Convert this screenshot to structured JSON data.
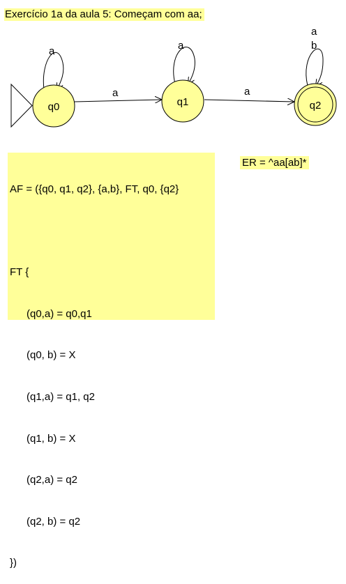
{
  "title": "Exercício 1a da aula 5: Começam com aa;",
  "automaton": {
    "states": [
      {
        "id": "q0",
        "label": "q0",
        "initial": true,
        "final": false
      },
      {
        "id": "q1",
        "label": "q1",
        "initial": false,
        "final": false
      },
      {
        "id": "q2",
        "label": "q2",
        "initial": false,
        "final": true
      }
    ],
    "transitions": [
      {
        "from": "q0",
        "to": "q0",
        "label": "a"
      },
      {
        "from": "q0",
        "to": "q1",
        "label": "a"
      },
      {
        "from": "q1",
        "to": "q1",
        "label": "a"
      },
      {
        "from": "q1",
        "to": "q2",
        "label": "a"
      },
      {
        "from": "q2",
        "to": "q2",
        "label": "a"
      },
      {
        "from": "q2",
        "to": "q2",
        "label": "b"
      }
    ],
    "colors": {
      "state_fill": "#ffff99",
      "stroke": "#000000"
    }
  },
  "definition": {
    "lines": [
      {
        "text": "AF = ({q0, q1, q2}, {a,b}, FT, q0, {q2}",
        "indent": false
      },
      {
        "text": "",
        "indent": false
      },
      {
        "text": "FT {",
        "indent": false
      },
      {
        "text": "(q0,a) = q0,q1",
        "indent": true
      },
      {
        "text": "(q0, b) = X",
        "indent": true
      },
      {
        "text": "(q1,a) = q1, q2",
        "indent": true
      },
      {
        "text": "(q1, b) = X",
        "indent": true
      },
      {
        "text": "(q2,a) = q2",
        "indent": true
      },
      {
        "text": "(q2, b) = q2",
        "indent": true
      },
      {
        "text": "})",
        "indent": false
      }
    ]
  },
  "regex": "ER = ^aa[ab]*",
  "colors": {
    "note_fill": "#ffff99"
  }
}
